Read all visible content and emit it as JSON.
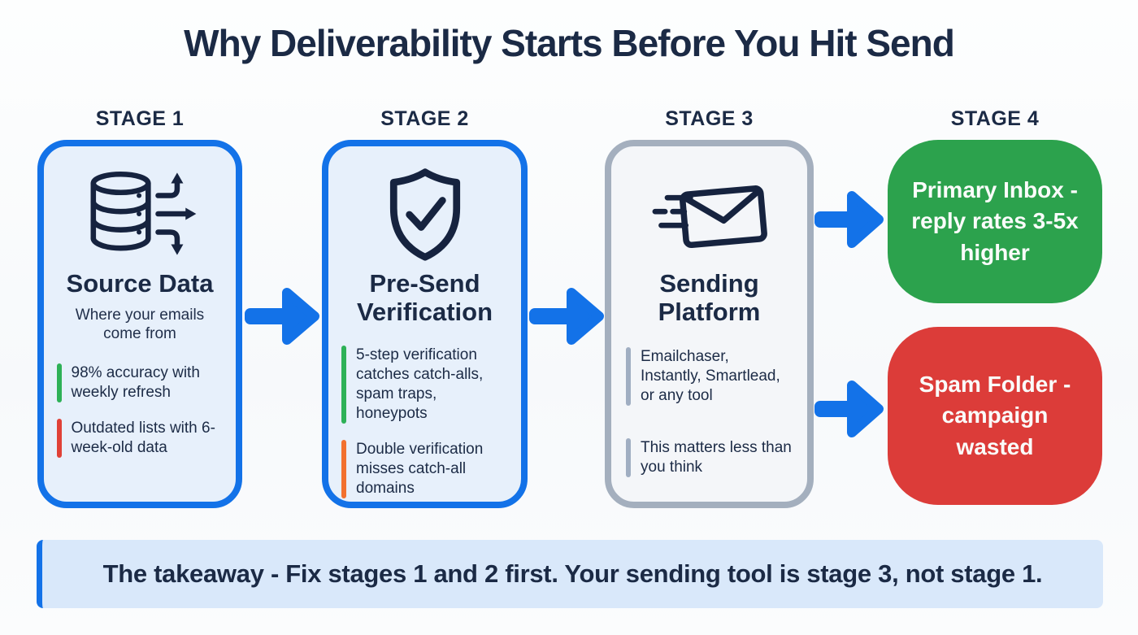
{
  "page": {
    "title": "Why Deliverability Starts Before You Hit Send"
  },
  "stages": [
    {
      "label": "STAGE 1",
      "title": "Source Data",
      "subtitle": "Where your emails come from",
      "icon": "database-flow-icon",
      "bullets": [
        {
          "color": "#2EB157",
          "text": "98% accuracy with weekly refresh"
        },
        {
          "color": "#E04137",
          "text": "Outdated lists with 6-week-old data"
        }
      ]
    },
    {
      "label": "STAGE 2",
      "title": "Pre-Send Verification",
      "subtitle": "",
      "icon": "shield-check-icon",
      "bullets": [
        {
          "color": "#2EB157",
          "text": "5-step verification catches catch-alls, spam traps, honeypots"
        },
        {
          "color": "#F2712F",
          "text": "Double verification misses catch-all domains"
        }
      ]
    },
    {
      "label": "STAGE 3",
      "title": "Sending Platform",
      "subtitle": "",
      "icon": "speeding-email-icon",
      "bullets": [
        {
          "color": "#A0AEC2",
          "text": "Emailchaser, Instantly, Smartlead, or any tool"
        },
        {
          "color": "#A0AEC2",
          "text": "This matters less than you think"
        }
      ]
    }
  ],
  "stage4": {
    "label": "STAGE 4",
    "outcomes": [
      {
        "name": "primary-inbox",
        "color": "#2CA24D",
        "text": "Primary Inbox - reply rates 3-5x higher"
      },
      {
        "name": "spam-folder",
        "color": "#DC3C39",
        "text": "Spam Folder - campaign wasted"
      }
    ]
  },
  "takeaway": {
    "text": "The takeaway - Fix stages 1 and 2 first. Your sending tool is stage 3, not stage 1."
  },
  "colors": {
    "accent_blue": "#1372E8",
    "navy_text": "#1B2A45",
    "blue_card_bg": "#E7F0FB",
    "gray_card_border": "#A4AFBE",
    "gray_card_bg": "#F4F6F9",
    "takeaway_bg": "#D9E8FA",
    "success_green": "#2CA24D",
    "danger_red": "#DC3C39"
  }
}
